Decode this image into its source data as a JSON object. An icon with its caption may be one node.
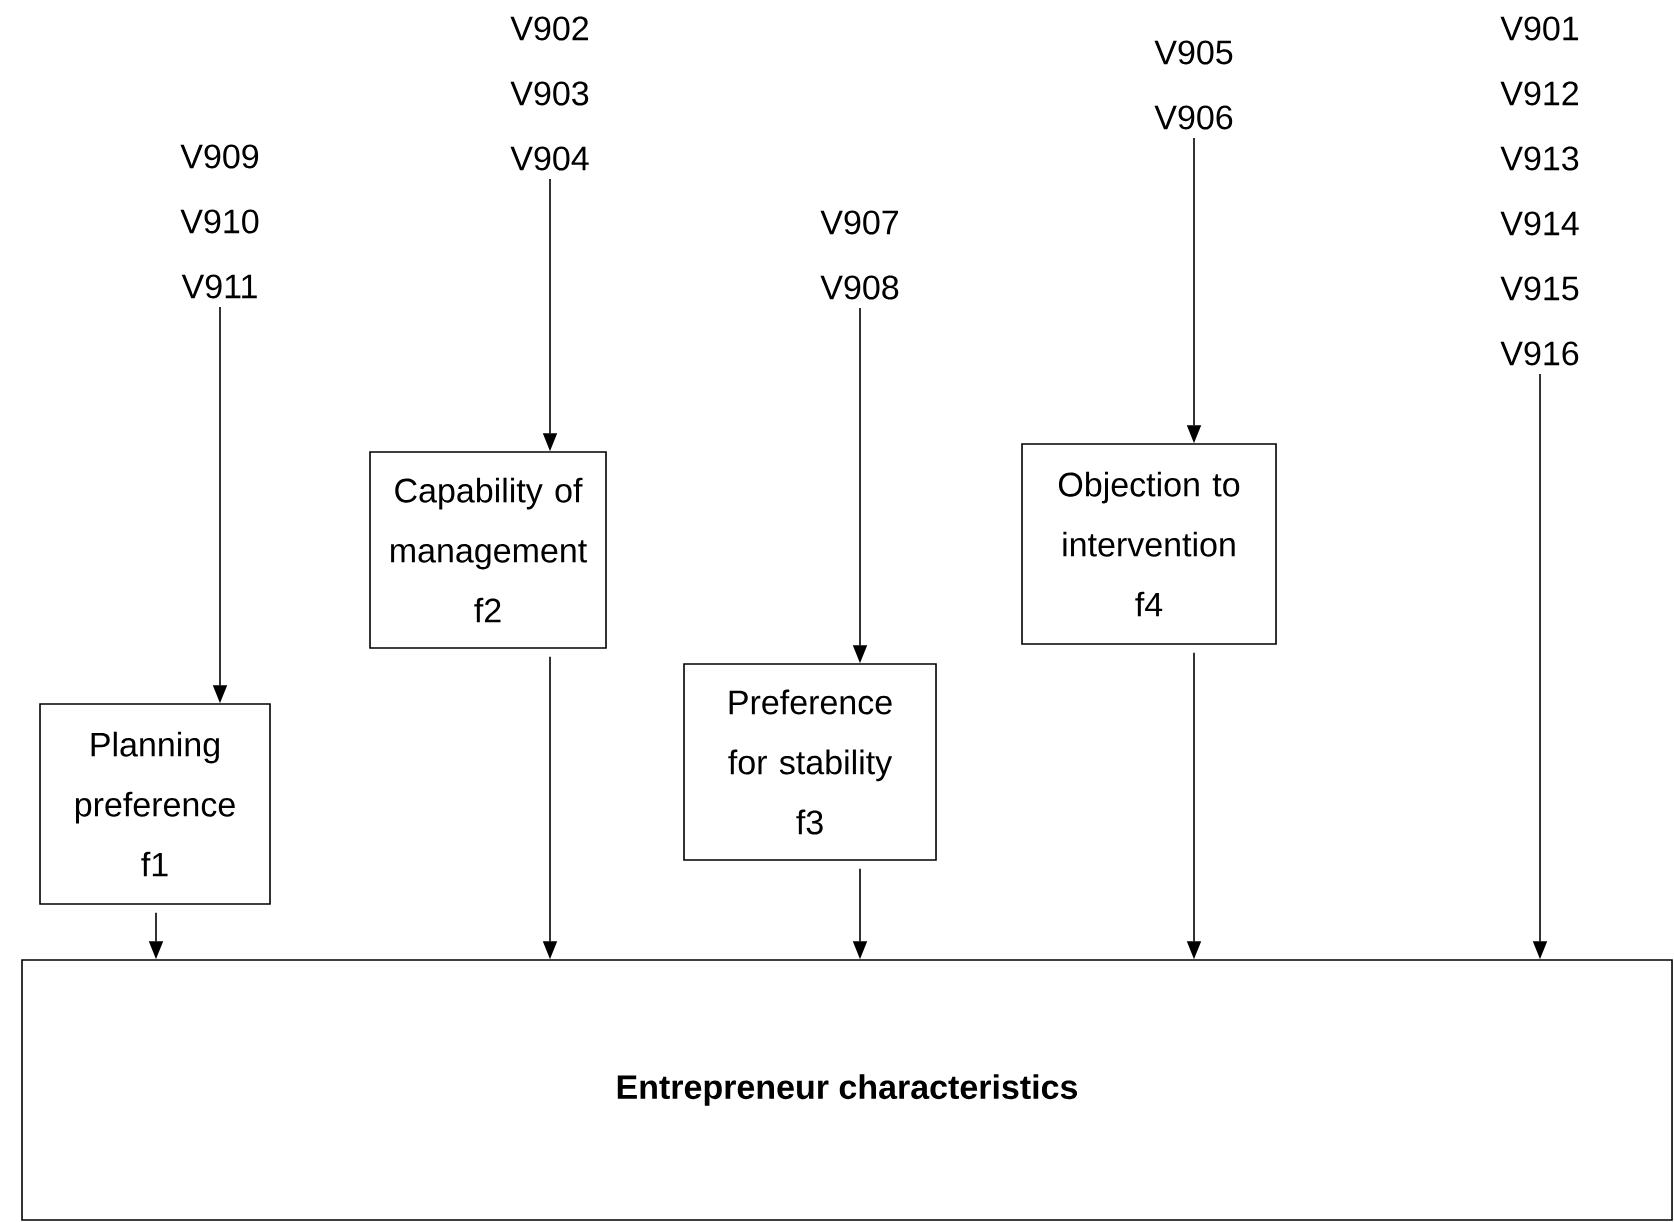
{
  "diagram": {
    "nodes": [
      {
        "text": [
          "V909 V910 V911"
        ]
      },
      {
        "text": [
          "V902 V903 V904"
        ]
      },
      {
        "text": [
          "V907 V908"
        ]
      },
      {
        "text": [
          "V905 V906"
        ]
      },
      {
        "text": [
          "V901 V912 V913 V914 V915 V916"
        ]
      },
      {
        "text": [
          "Planning preference",
          "f1"
        ]
      },
      {
        "text": [
          "Capability of management",
          "f2"
        ]
      },
      {
        "text": [
          "Preference for stability",
          "f3"
        ]
      },
      {
        "text": [
          "Objection to intervention",
          "f4"
        ]
      },
      {
        "text": [
          "Entrepreneur characteristics"
        ]
      }
    ],
    "edges": [
      {
        "from": 0,
        "to": 5,
        "arrow": "to"
      },
      {
        "from": 5,
        "to": 9,
        "arrow": "to"
      },
      {
        "from": 1,
        "to": 6,
        "arrow": "to"
      },
      {
        "from": 6,
        "to": 9,
        "arrow": "to"
      },
      {
        "from": 2,
        "to": 7,
        "arrow": "to"
      },
      {
        "from": 7,
        "to": 9,
        "arrow": "to"
      },
      {
        "from": 3,
        "to": 8,
        "arrow": "to"
      },
      {
        "from": 8,
        "to": 9,
        "arrow": "to"
      },
      {
        "from": 4,
        "to": 9,
        "arrow": "to"
      }
    ]
  }
}
